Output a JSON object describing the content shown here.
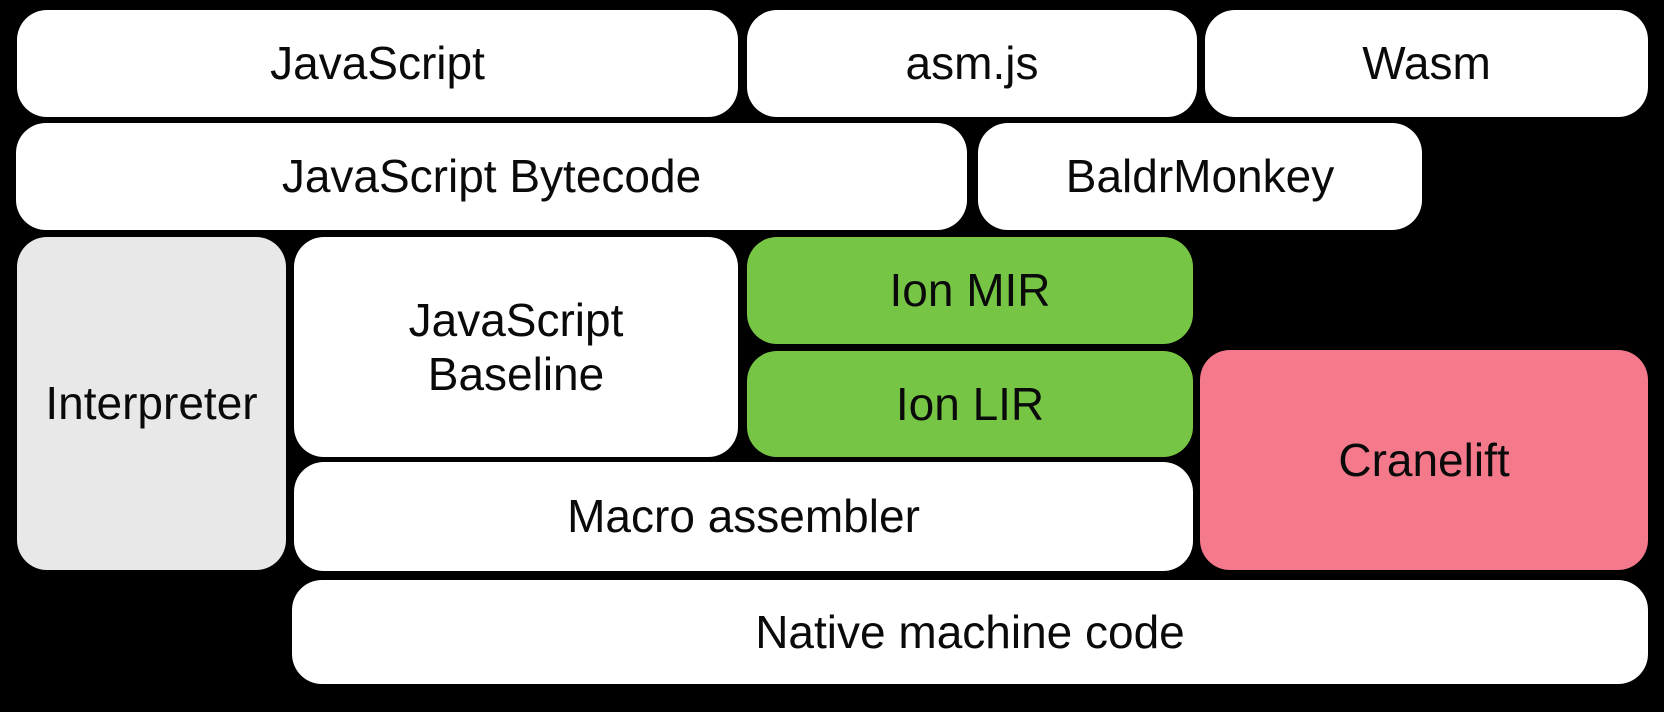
{
  "diagram": {
    "background": "#000000",
    "palette": {
      "white": "#FFFFFF",
      "gray": "#E8E8E8",
      "green": "#77C545",
      "pink": "#F4798B",
      "text": "#0A0A0A"
    },
    "boxes": {
      "javascript": {
        "label": "JavaScript",
        "fill": "#FFFFFF"
      },
      "asmjs": {
        "label": "asm.js",
        "fill": "#FFFFFF"
      },
      "wasm": {
        "label": "Wasm",
        "fill": "#FFFFFF"
      },
      "bytecode": {
        "label": "JavaScript Bytecode",
        "fill": "#FFFFFF"
      },
      "baldrmonkey": {
        "label": "BaldrMonkey",
        "fill": "#FFFFFF"
      },
      "interpreter": {
        "label": "Interpreter",
        "fill": "#E8E8E8"
      },
      "baseline": {
        "label": "JavaScript\nBaseline",
        "fill": "#FFFFFF"
      },
      "ion_mir": {
        "label": "Ion MIR",
        "fill": "#77C545"
      },
      "ion_lir": {
        "label": "Ion LIR",
        "fill": "#77C545"
      },
      "cranelift": {
        "label": "Cranelift",
        "fill": "#F4798B"
      },
      "macro_assembler": {
        "label": "Macro assembler",
        "fill": "#FFFFFF"
      },
      "native": {
        "label": "Native machine code",
        "fill": "#FFFFFF"
      }
    }
  }
}
